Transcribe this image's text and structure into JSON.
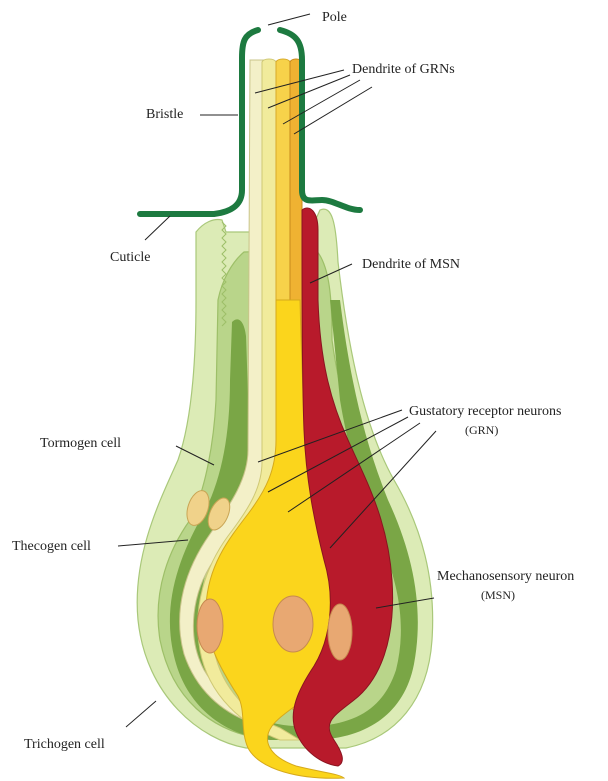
{
  "labels": {
    "pole": "Pole",
    "dendrite_grns": "Dendrite of GRNs",
    "bristle": "Bristle",
    "cuticle": "Cuticle",
    "dendrite_msn": "Dendrite of MSN",
    "grn_line1": "Gustatory receptor neurons",
    "grn_line2": "(GRN)",
    "tormogen": "Tormogen cell",
    "thecogen": "Thecogen cell",
    "msn_line1": "Mechanosensory neuron",
    "msn_line2": "(MSN)",
    "trichogen": "Trichogen cell"
  },
  "colors": {
    "trichogen": "#dcebb6",
    "tormogen_outline": "#b9d58a",
    "tormogen_band": "#7aa646",
    "thecogen": "#f3f0c8",
    "grn_light": "#f1eb9c",
    "grn_gold": "#f7d24a",
    "grn_main": "#fbd51c",
    "grn_orange": "#efb232",
    "msn": "#b81a2b",
    "nucleus": "#e8a872",
    "cuticle": "#1d7a40"
  }
}
